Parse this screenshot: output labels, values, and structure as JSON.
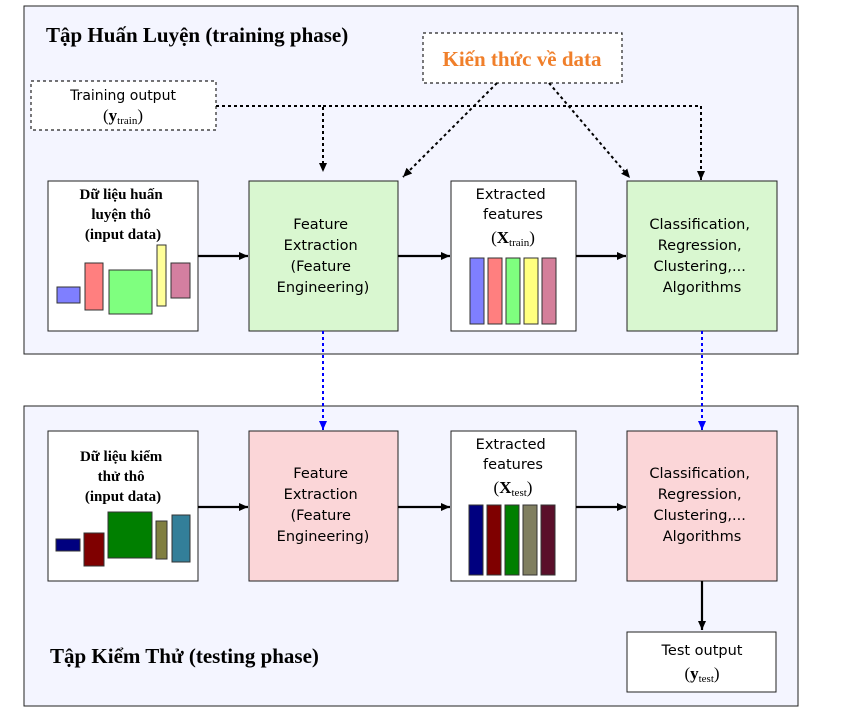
{
  "training": {
    "title": "Tập Huấn Luyện (training phase)",
    "knowledge": "Kiến thức về data",
    "output_label": "Training output",
    "output_symbol": "y",
    "output_sub": "train",
    "raw": [
      "Dữ liệu huấn",
      "luyện thô",
      "(input data)"
    ],
    "fe": [
      "Feature",
      "Extraction",
      "(Feature",
      "Engineering)"
    ],
    "features": [
      "Extracted",
      "features"
    ],
    "features_symbol": "X",
    "features_sub": "train",
    "algo": [
      "Classification,",
      "Regression,",
      "Clustering,...",
      "Algorithms"
    ],
    "raw_colors": [
      "#7f7fff",
      "#ff7f7f",
      "#7fff7f",
      "#ffff99",
      "#d47fa0"
    ],
    "feature_colors": [
      "#7f7fff",
      "#ff7f7f",
      "#7fff7f",
      "#ffff7f",
      "#d47f9a"
    ]
  },
  "testing": {
    "title": "Tập Kiểm Thử (testing phase)",
    "raw": [
      "Dữ liệu kiểm",
      "thử thô",
      "(input data)"
    ],
    "fe": [
      "Feature",
      "Extraction",
      "(Feature",
      "Engineering)"
    ],
    "features": [
      "Extracted",
      "features"
    ],
    "features_symbol": "X",
    "features_sub": "test",
    "algo": [
      "Classification,",
      "Regression,",
      "Clustering,...",
      "Algorithms"
    ],
    "output_label": "Test output",
    "output_symbol": "y",
    "output_sub": "test",
    "raw_colors": [
      "#00007f",
      "#7f0000",
      "#007f00",
      "#807f40",
      "#337f99"
    ],
    "feature_colors": [
      "#00007f",
      "#7f0000",
      "#007f00",
      "#807f60",
      "#5a0f2a"
    ]
  },
  "colors": {
    "panel_bg": "#f4f5ff",
    "train_box": "#d9f7d0",
    "test_box": "#fbd6d8",
    "knowledge_text": "#f07f2a",
    "dotted_link": "#0000ff"
  }
}
